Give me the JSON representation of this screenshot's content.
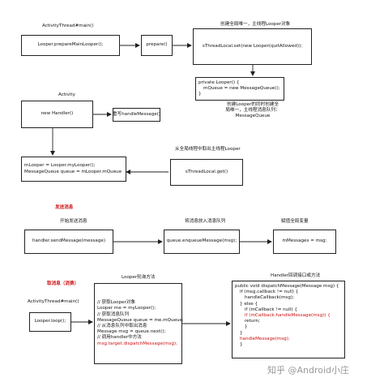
{
  "diagram": {
    "labels": {
      "activity_thread_main_top": "ActivityThread#main()",
      "create_looper": "创建全局唯一，主线程Looper对象",
      "activity": "Activity",
      "create_queue_line1": "创建Looper的同时创建全",
      "create_queue_line2": "局唯一，主线程消息队列：",
      "create_queue_line3": "MessageQueue",
      "get_looper": "从全局线程中取出主线程Looper",
      "begin_send": "开始发送消息",
      "enqueue": "将消息放入消息队列",
      "assign": "赋值全局变量",
      "looper_poll": "Looper轮询方法",
      "activity_thread_main_bottom": "ActivityThread#main()",
      "handler_dispatch": "Handler回调接口或方法"
    },
    "sections": {
      "send": "发送消息",
      "take": "取消息（消费）"
    },
    "boxes": {
      "prepare_main_looper": "Looper.prepareMainLooper();",
      "prepare": "prepare()",
      "thread_local_set": "sThreadLocal.set(new Looper(quitAllowed));",
      "looper_ctor": [
        "private Looper() {",
        "mQueue = new MessageQueue();",
        "}"
      ],
      "new_handler": "new Handler()",
      "handle_message": "重写handleMessage()",
      "handler_fields": [
        "mLooper = Looper.myLooper();",
        "MessageQueue queue = mLooper.mQueue"
      ],
      "thread_local_get": "sThreadLocal.get()",
      "send_message": "handler.sendMessage(message)",
      "enqueue_message": "queue.enqueueMessage(msg);",
      "messages_assign": "mMessages = msg;",
      "looper_loop": "Looper.loop();",
      "loop_body": [
        "// 获取Looper对象",
        "Looper me = myLooper();",
        "// 获取消息队列",
        "MessageQueue queue = me.mQueue;",
        "// 从消息队列中取出消息",
        "Message msg = queue.next();",
        "// 调用handler中方法",
        "msg.target.dispatchMessage(msg);"
      ],
      "dispatch_body": [
        "public void dispatchMessage(Message msg) {",
        "if (msg.callback != null) {",
        "handleCallback(msg);",
        "} else {",
        "if (mCallback != null) {",
        "if (mCallback.handleMessage(msg)) {",
        "return;",
        "}",
        "}",
        "handleMessage(msg);",
        "}"
      ]
    },
    "watermark": "知乎 @Android小庄",
    "colors": {
      "accent": "#cc1111",
      "line": "#222222"
    }
  }
}
